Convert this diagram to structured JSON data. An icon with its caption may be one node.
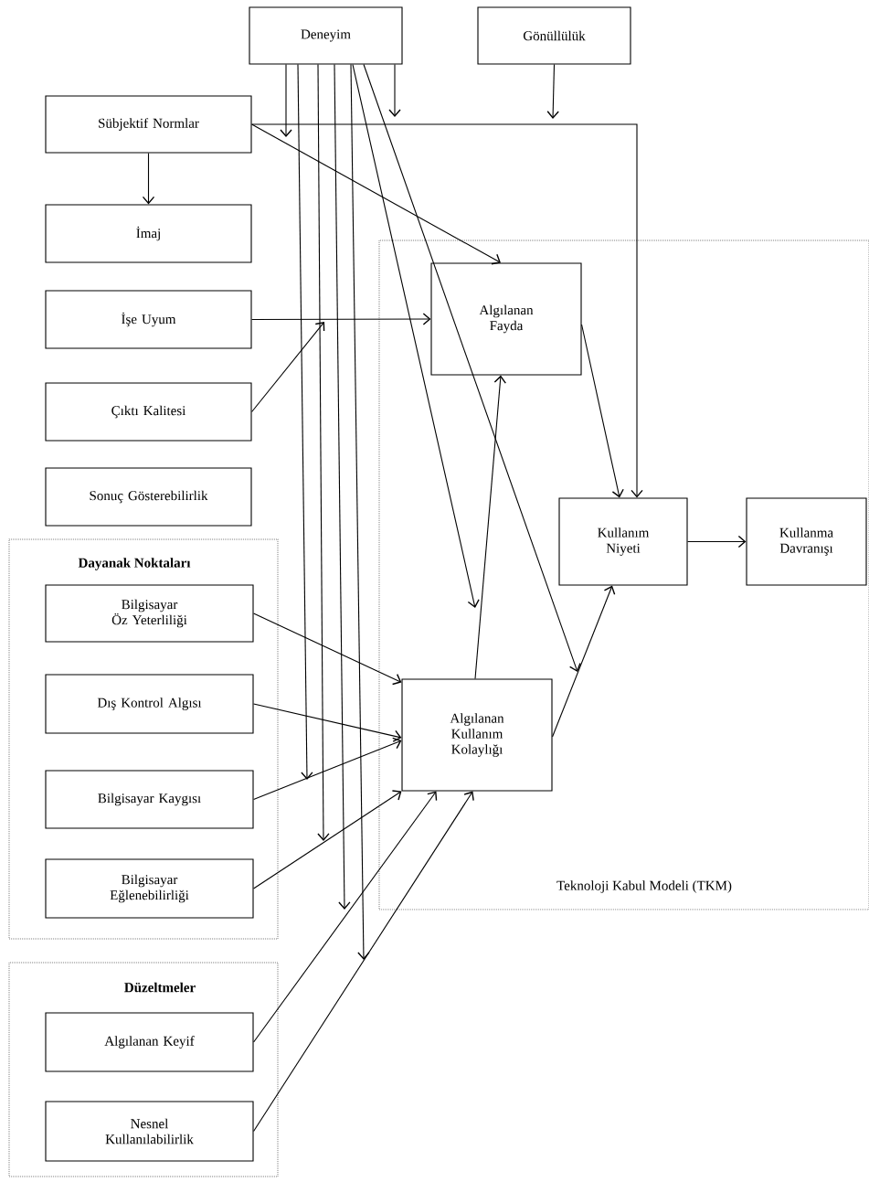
{
  "diagram": {
    "nodes": [
      {
        "text": [
          "Deneyim"
        ]
      },
      {
        "text": [
          "Gönüllülük"
        ]
      },
      {
        "text": [
          "Sübjektif Normlar"
        ]
      },
      {
        "text": [
          "İmaj"
        ]
      },
      {
        "text": [
          "Teknoloji Kabul Modeli (TKM)"
        ]
      },
      {
        "text": [
          "Algılanan Fayda"
        ],
        "in": 4
      },
      {
        "text": [
          "İşe Uyum"
        ]
      },
      {
        "text": [
          "Çıktı Kalitesi"
        ]
      },
      {
        "text": [
          "Sonuç Gösterebilirlik"
        ]
      },
      {
        "text": [
          "Kullanım Niyeti"
        ],
        "in": 4
      },
      {
        "text": [
          "Kullanma Davranışı"
        ],
        "in": 4
      },
      {
        "text": [
          "Dayanak Noktaları"
        ]
      },
      {
        "text": [
          "Bilgisayar Öz Yeterliliği"
        ],
        "in": 11
      },
      {
        "text": [
          "Dış Kontrol Algısı"
        ],
        "in": 11
      },
      {
        "text": [
          "Bilgisayar Kaygısı"
        ],
        "in": 11
      },
      {
        "text": [
          "Bilgisayar Eğlenebilirliği"
        ],
        "in": 11
      },
      {
        "text": [
          "Algılanan Kullanım Kolaylığı"
        ],
        "in": 4
      },
      {
        "text": [
          "Düzeltmeler"
        ]
      },
      {
        "text": [
          "Algılanan Keyif"
        ],
        "in": 17
      },
      {
        "text": [
          "Nesnel Kullanılabilirlik"
        ],
        "in": 17
      }
    ],
    "edges": [
      {
        "from": 2,
        "to": 3,
        "arrow": "to"
      },
      {
        "from": 2,
        "to": 5,
        "arrow": "to"
      },
      {
        "from": 2,
        "to": 9,
        "arrow": "to"
      },
      {
        "from": 1,
        "to": null,
        "arrow": "to"
      },
      {
        "from": 0,
        "to": null,
        "arrow": "to"
      },
      {
        "from": 0,
        "to": null,
        "arrow": "to"
      },
      {
        "from": 0,
        "to": null,
        "arrow": "to"
      },
      {
        "from": 0,
        "to": null,
        "arrow": "to"
      },
      {
        "from": 0,
        "to": null,
        "arrow": "to"
      },
      {
        "from": 0,
        "to": null,
        "arrow": "to"
      },
      {
        "from": 0,
        "to": null,
        "arrow": "to"
      },
      {
        "from": 0,
        "to": null,
        "arrow": "to"
      },
      {
        "from": 6,
        "to": 5,
        "arrow": "to"
      },
      {
        "from": 7,
        "to": null,
        "arrow": "to"
      },
      {
        "from": 5,
        "to": 9,
        "arrow": "to"
      },
      {
        "from": 9,
        "to": 10,
        "arrow": "to"
      },
      {
        "from": 12,
        "to": 16,
        "arrow": "to"
      },
      {
        "from": 13,
        "to": 16,
        "arrow": "to"
      },
      {
        "from": 14,
        "to": 16,
        "arrow": "to"
      },
      {
        "from": 15,
        "to": 16,
        "arrow": "to"
      },
      {
        "from": 18,
        "to": 16,
        "arrow": "to"
      },
      {
        "from": 19,
        "to": 16,
        "arrow": "to"
      },
      {
        "from": 16,
        "to": 5,
        "arrow": "to"
      },
      {
        "from": 16,
        "to": 9,
        "arrow": "to"
      }
    ]
  }
}
